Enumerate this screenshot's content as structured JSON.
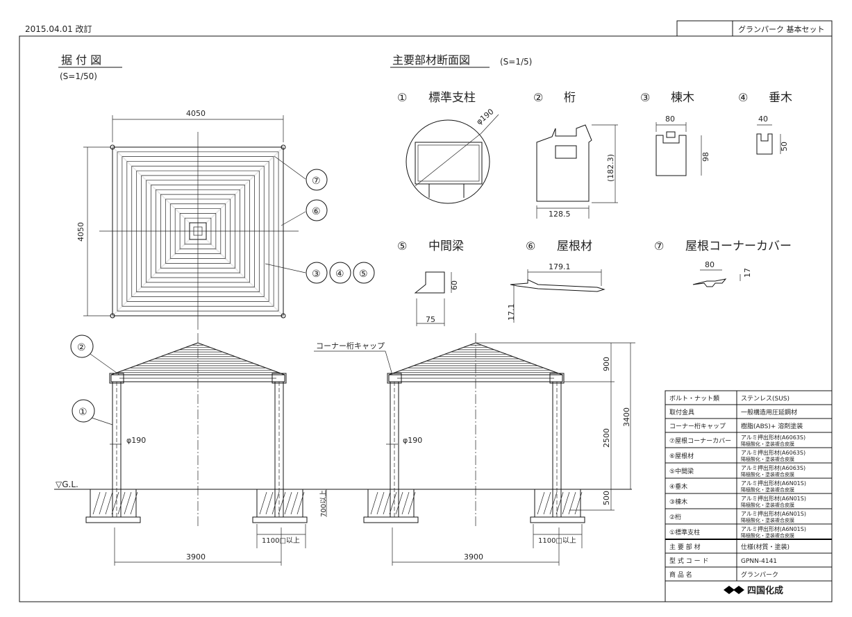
{
  "header": {
    "revision_note": "2015.04.01 改訂",
    "product_set": "グランパーク 基本セット"
  },
  "plan": {
    "title": "据 付 図",
    "scale": "(S=1/50)",
    "width": "4050",
    "height": "4050",
    "callouts": [
      "⑦",
      "⑥",
      "③",
      "④",
      "⑤"
    ]
  },
  "sections": {
    "title": "主要部材断面図",
    "scale": "(S=1/5)",
    "items": [
      {
        "num": "①",
        "name": "標準支柱",
        "dims": [
          "φ190"
        ]
      },
      {
        "num": "②",
        "name": "桁",
        "dims": [
          "(182.3)",
          "128.5"
        ]
      },
      {
        "num": "③",
        "name": "棟木",
        "dims": [
          "80",
          "98"
        ]
      },
      {
        "num": "④",
        "name": "垂木",
        "dims": [
          "40",
          "50"
        ]
      },
      {
        "num": "⑤",
        "name": "中間梁",
        "dims": [
          "60",
          "75"
        ]
      },
      {
        "num": "⑥",
        "name": "屋根材",
        "dims": [
          "179.1",
          "17.1"
        ]
      },
      {
        "num": "⑦",
        "name": "屋根コーナーカバー",
        "dims": [
          "80",
          "17"
        ]
      }
    ]
  },
  "elevation": {
    "callouts": [
      "②",
      "①"
    ],
    "corner_cap_label": "コーナー桁キャップ",
    "ground_label": "▽G.L.",
    "post_dia": "φ190",
    "roof_h": "900",
    "post_h": "2500",
    "total_h": "3400",
    "footing_below": "500",
    "footing_depth": "700以上",
    "footing_size": "1100□以上",
    "span": "3900"
  },
  "spec_table": {
    "rows": [
      {
        "label": "ボルト・ナット類",
        "value": "ステンレス(SUS)"
      },
      {
        "label": "取付金具",
        "value": "一般構造用圧延鋼材"
      },
      {
        "label": "コーナー桁キャップ",
        "value": "樹脂(ABS)+ 溶剤塗装"
      },
      {
        "label": "⑦屋根コーナーカバー",
        "value": "アルミ押出形材(A6063S) 陽極酸化・塗装複合皮膜"
      },
      {
        "label": "⑥屋根材",
        "value": "アルミ押出形材(A6063S) 陽極酸化・塗装複合皮膜"
      },
      {
        "label": "⑤中間梁",
        "value": "アルミ押出形材(A6063S) 陽極酸化・塗装複合皮膜"
      },
      {
        "label": "④垂木",
        "value": "アルミ押出形材(A6N01S) 陽極酸化・塗装複合皮膜"
      },
      {
        "label": "③棟木",
        "value": "アルミ押出形材(A6N01S) 陽極酸化・塗装複合皮膜"
      },
      {
        "label": "②桁",
        "value": "アルミ押出形材(A6N01S) 陽極酸化・塗装複合皮膜"
      },
      {
        "label": "①標準支柱",
        "value": "アルミ押出形材(A6N01S) 陽極酸化・塗装複合皮膜"
      },
      {
        "label": "主 要 部 材",
        "value": "仕様(材質・塗装)"
      },
      {
        "label": "型 式 コ ー ド",
        "value": "GPNN-4141"
      },
      {
        "label": "商 品 名",
        "value": "グランパーク"
      }
    ],
    "maker": "四国化成"
  }
}
